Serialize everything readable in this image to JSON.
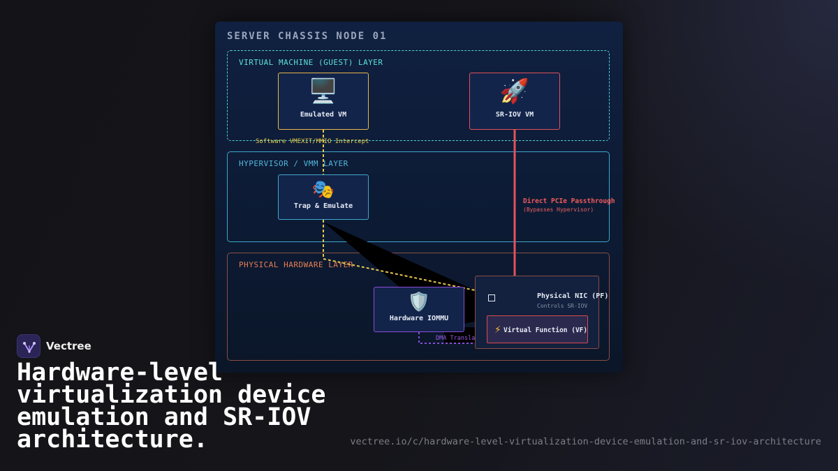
{
  "chassis": {
    "title": "SERVER CHASSIS NODE 01"
  },
  "layers": {
    "vm": "VIRTUAL MACHINE (GUEST) LAYER",
    "hypervisor": "HYPERVISOR / VMM LAYER",
    "hardware": "PHYSICAL HARDWARE LAYER"
  },
  "nodes": {
    "emulated_vm": {
      "icon": "🖥️",
      "icon_name": "desktop-computer-icon",
      "label": "Emulated VM"
    },
    "sriov_vm": {
      "icon": "🚀",
      "icon_name": "rocket-icon",
      "label": "SR-IOV VM"
    },
    "trap": {
      "icon": "🎭",
      "icon_name": "theater-masks-icon",
      "label": "Trap & Emulate"
    },
    "iommu": {
      "icon": "🛡️",
      "icon_name": "shield-icon",
      "label": "Hardware IOMMU"
    },
    "nic": {
      "title": "Physical NIC (PF)",
      "subtitle": "Controls SR-IOV"
    },
    "vf": {
      "icon": "⚡",
      "icon_name": "lightning-icon",
      "label": "Virtual Function (VF)"
    }
  },
  "edges": {
    "intercept": "Software VMEXIT/MMIO Intercept",
    "direct": "Direct PCIe Passthrough",
    "bypass": "(Bypasses Hypervisor)",
    "dma": "DMA Transla"
  },
  "colors": {
    "emulated_path": "#e7c84a",
    "passthrough_path": "#e2525c",
    "dma_path": "#8a4cd8",
    "vm_layer": "#4fd6cf",
    "hypervisor_layer": "#3fa6cc",
    "hardware_layer": "#e67e55"
  },
  "brand": {
    "name": "Vectree",
    "logo_icon": "vectree-logo-icon"
  },
  "headline": "Hardware-level virtualization device emulation and SR-IOV architecture.",
  "url": "vectree.io/c/hardware-level-virtualization-device-emulation-and-sr-iov-architecture"
}
